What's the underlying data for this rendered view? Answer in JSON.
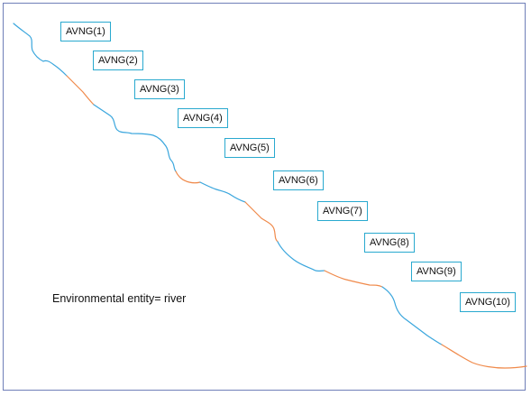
{
  "diagram": {
    "labels": [
      {
        "text": "AVNG(1)"
      },
      {
        "text": "AVNG(2)"
      },
      {
        "text": "AVNG(3)"
      },
      {
        "text": "AVNG(4)"
      },
      {
        "text": "AVNG(5)"
      },
      {
        "text": "AVNG(6)"
      },
      {
        "text": "AVNG(7)"
      },
      {
        "text": "AVNG(8)"
      },
      {
        "text": "AVNG(9)"
      },
      {
        "text": "AVNG(10)"
      }
    ],
    "caption": "Environmental entity= river",
    "colors": {
      "frame": "#6f7fb8",
      "box_border": "#29a9cf",
      "river_blue": "#3aa6dd",
      "river_orange": "#f08a4b"
    }
  }
}
